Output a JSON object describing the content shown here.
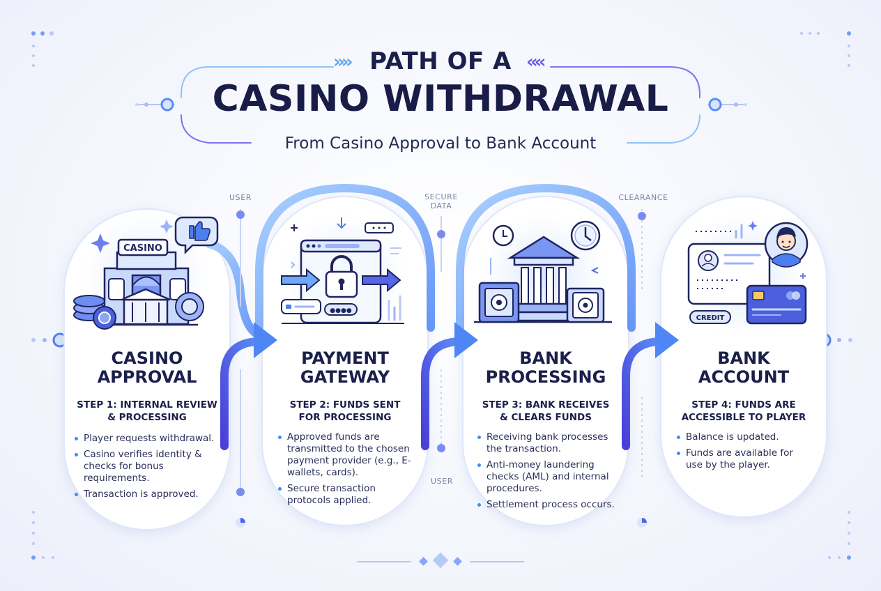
{
  "header": {
    "title_line1": "PATH OF A",
    "title_line2": "CASINO WITHDRAWAL",
    "subtitle": "From Casino Approval to Bank Account"
  },
  "flow_labels": {
    "user_top": "USER",
    "secure_data": "SECURE\nDATA",
    "clearance": "CLEARANCE",
    "user_bottom": "USER"
  },
  "steps": [
    {
      "title": "CASINO\nAPPROVAL",
      "subtitle": "STEP 1: INTERNAL REVIEW\n& PROCESSING",
      "bullets": [
        "Player requests withdrawal.",
        "Casino verifies identity & checks for bonus requirements.",
        "Transaction is approved."
      ],
      "icon_label": "CASINO"
    },
    {
      "title": "PAYMENT\nGATEWAY",
      "subtitle": "STEP 2: FUNDS SENT\nFOR PROCESSING",
      "bullets": [
        "Approved funds are transmitted to the chosen payment provider (e.g., E-wallets, cards).",
        "Secure transaction protocols applied."
      ],
      "icon_label": "●●●●"
    },
    {
      "title": "BANK\nPROCESSING",
      "subtitle": "STEP 3: BANK RECEIVES\n& CLEARS FUNDS",
      "bullets": [
        "Receiving bank processes the transaction.",
        "Anti-money laundering checks (AML) and internal procedures.",
        "Settlement process occurs."
      ]
    },
    {
      "title": "BANK\nACCOUNT",
      "subtitle": "STEP 4: FUNDS ARE\nACCESSIBLE TO PLAYER",
      "bullets": [
        "Balance is updated.",
        "Funds are available for use by the player."
      ],
      "icon_label": "CREDIT"
    }
  ],
  "icons": [
    "casino-building-icon",
    "thumbs-up-icon",
    "poker-chips-icon",
    "browser-window-icon",
    "padlock-icon",
    "arrow-right-icon",
    "bank-building-icon",
    "clock-icon",
    "safe-icon",
    "user-avatar-icon",
    "id-card-icon",
    "credit-card-icon"
  ],
  "colors": {
    "navy": "#1b1f4b",
    "accent_blue": "#3d8ff0",
    "accent_purple": "#5b4be6",
    "light_blue": "#dce8fc",
    "card_bg": "#ffffff"
  }
}
